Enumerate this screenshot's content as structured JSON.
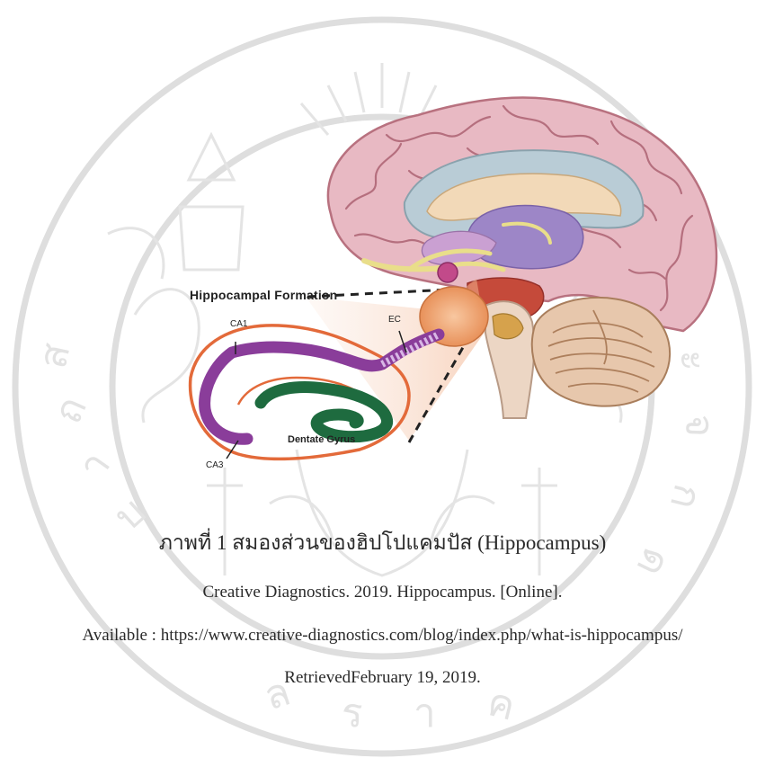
{
  "figure": {
    "labels": {
      "formation": "Hippocampal Formation",
      "ec": "EC",
      "ca1": "CA1",
      "ca3": "CA3",
      "dentate_gyrus": "Dentate Gyrus"
    }
  },
  "caption": {
    "title": "ภาพที่ 1 สมองส่วนของฮิปโปแคมปัส (Hippocampus)",
    "citation_line1": "Creative Diagnostics. 2019. Hippocampus. [Online].",
    "citation_line2": "Available : https://www.creative-diagnostics.com/blog/index.php/what-is-hippocampus/",
    "citation_line3": "RetrievedFebruary 19, 2019."
  },
  "colors": {
    "watermark": "#dcdcdc",
    "brain": "#e6b3bd",
    "ca_region": "#8a3d9a",
    "dentate_gyrus": "#1e6b3f",
    "hippocampus": "#f0a060"
  }
}
